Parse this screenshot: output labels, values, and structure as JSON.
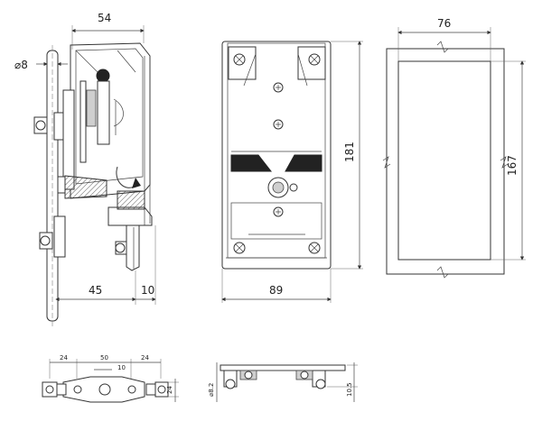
{
  "side_view": {
    "dim_top": "54",
    "dim_diameter": "8",
    "dim_bottom_left": "45",
    "dim_bottom_right": "10"
  },
  "front_view": {
    "dim_height": "181",
    "dim_width": "89"
  },
  "cutout_view": {
    "dim_width": "76",
    "dim_height": "167"
  },
  "bottom_plan_view": {
    "dim_left": "24",
    "dim_center": "50",
    "dim_right": "24",
    "dim_inner": "10",
    "dim_side": "24"
  },
  "bottom_side_view": {
    "dim_diameter": "8.2",
    "dim_height": "10.5"
  }
}
